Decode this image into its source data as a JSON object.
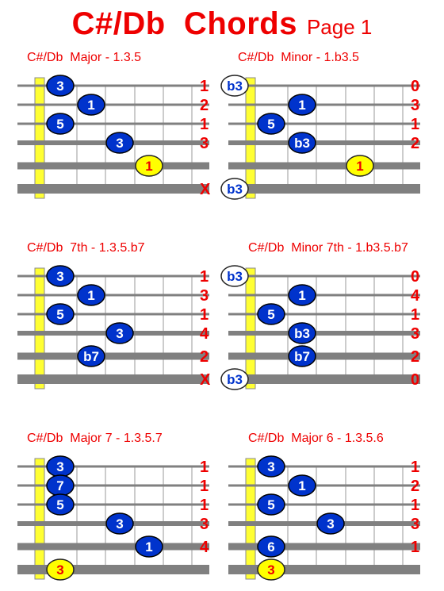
{
  "page": {
    "title_main": "C#/Db  Chords",
    "title_page": "Page 1"
  },
  "colors": {
    "title": "#ee0000",
    "finger_fill": "#0033cc",
    "finger_text": "#ffffff",
    "highlight_fill": "#ffff00",
    "highlight_text": "#ee0000",
    "open_fill": "#ffffff",
    "open_text": "#0033cc",
    "nut": "#ffff33",
    "string": "#808080",
    "fret": "#999999"
  },
  "chords": [
    {
      "name": "C#/Db  Major - 1.3.5",
      "fingering": [
        "1",
        "2",
        "1",
        "3",
        "",
        ""
      ],
      "mute": [
        "",
        "",
        "",
        "",
        "",
        "X"
      ],
      "dots": [
        {
          "string": 1,
          "fret": 1,
          "label": "3",
          "style": "finger"
        },
        {
          "string": 2,
          "fret": 2,
          "label": "1",
          "style": "finger"
        },
        {
          "string": 3,
          "fret": 1,
          "label": "5",
          "style": "finger"
        },
        {
          "string": 4,
          "fret": 3,
          "label": "3",
          "style": "finger"
        },
        {
          "string": 5,
          "fret": 4,
          "label": "1",
          "style": "highlight"
        }
      ]
    },
    {
      "name": "C#/Db  Minor - 1.b3.5",
      "fingering": [
        "0",
        "3",
        "1",
        "2",
        "",
        ""
      ],
      "mute": [
        "",
        "",
        "",
        "",
        "",
        ""
      ],
      "dots": [
        {
          "string": 1,
          "fret": 0,
          "label": "b3",
          "style": "open"
        },
        {
          "string": 2,
          "fret": 2,
          "label": "1",
          "style": "finger"
        },
        {
          "string": 3,
          "fret": 1,
          "label": "5",
          "style": "finger"
        },
        {
          "string": 4,
          "fret": 2,
          "label": "b3",
          "style": "finger"
        },
        {
          "string": 5,
          "fret": 4,
          "label": "1",
          "style": "highlight"
        },
        {
          "string": 6,
          "fret": 0,
          "label": "b3",
          "style": "open"
        }
      ]
    },
    {
      "name": "C#/Db  7th - 1.3.5.b7",
      "fingering": [
        "1",
        "3",
        "1",
        "4",
        "2",
        ""
      ],
      "mute": [
        "",
        "",
        "",
        "",
        "",
        "X"
      ],
      "dots": [
        {
          "string": 1,
          "fret": 1,
          "label": "3",
          "style": "finger"
        },
        {
          "string": 2,
          "fret": 2,
          "label": "1",
          "style": "finger"
        },
        {
          "string": 3,
          "fret": 1,
          "label": "5",
          "style": "finger"
        },
        {
          "string": 4,
          "fret": 3,
          "label": "3",
          "style": "finger"
        },
        {
          "string": 5,
          "fret": 2,
          "label": "b7",
          "style": "finger"
        }
      ]
    },
    {
      "name": "C#/Db  Minor 7th - 1.b3.5.b7",
      "fingering": [
        "0",
        "4",
        "1",
        "3",
        "2",
        "0"
      ],
      "mute": [
        "",
        "",
        "",
        "",
        "",
        ""
      ],
      "dots": [
        {
          "string": 1,
          "fret": 0,
          "label": "b3",
          "style": "open"
        },
        {
          "string": 2,
          "fret": 2,
          "label": "1",
          "style": "finger"
        },
        {
          "string": 3,
          "fret": 1,
          "label": "5",
          "style": "finger"
        },
        {
          "string": 4,
          "fret": 2,
          "label": "b3",
          "style": "finger"
        },
        {
          "string": 5,
          "fret": 2,
          "label": "b7",
          "style": "finger"
        },
        {
          "string": 6,
          "fret": 0,
          "label": "b3",
          "style": "open"
        }
      ]
    },
    {
      "name": "C#/Db  Major 7 - 1.3.5.7",
      "fingering": [
        "1",
        "1",
        "1",
        "3",
        "4",
        ""
      ],
      "mute": [
        "",
        "",
        "",
        "",
        "",
        ""
      ],
      "dots": [
        {
          "string": 1,
          "fret": 1,
          "label": "3",
          "style": "finger"
        },
        {
          "string": 2,
          "fret": 1,
          "label": "7",
          "style": "finger"
        },
        {
          "string": 3,
          "fret": 1,
          "label": "5",
          "style": "finger"
        },
        {
          "string": 4,
          "fret": 3,
          "label": "3",
          "style": "finger"
        },
        {
          "string": 5,
          "fret": 4,
          "label": "1",
          "style": "finger"
        },
        {
          "string": 6,
          "fret": 1,
          "label": "3",
          "style": "highlight"
        }
      ]
    },
    {
      "name": "C#/Db  Major 6 - 1.3.5.6",
      "fingering": [
        "1",
        "2",
        "1",
        "3",
        "1",
        ""
      ],
      "mute": [
        "",
        "",
        "",
        "",
        "",
        ""
      ],
      "dots": [
        {
          "string": 1,
          "fret": 1,
          "label": "3",
          "style": "finger"
        },
        {
          "string": 2,
          "fret": 2,
          "label": "1",
          "style": "finger"
        },
        {
          "string": 3,
          "fret": 1,
          "label": "5",
          "style": "finger"
        },
        {
          "string": 4,
          "fret": 3,
          "label": "3",
          "style": "finger"
        },
        {
          "string": 5,
          "fret": 1,
          "label": "6",
          "style": "finger"
        },
        {
          "string": 6,
          "fret": 1,
          "label": "3",
          "style": "highlight"
        }
      ]
    }
  ]
}
